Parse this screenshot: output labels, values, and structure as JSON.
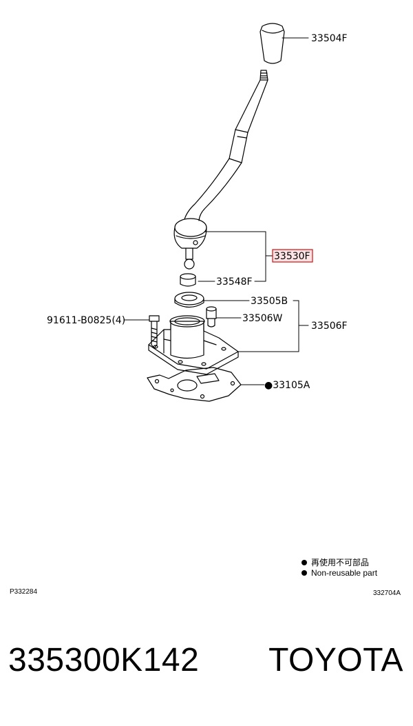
{
  "callouts": {
    "knob": "33504F",
    "lever": "33530F",
    "bushing": "33548F",
    "seal": "33505B",
    "bolt": "91611-B0825(4)",
    "pin": "33506W",
    "housing_assy": "33506F",
    "gasket": "●33105A"
  },
  "legend": {
    "non_reusable_jp": "再使用不可部品",
    "non_reusable_en": "Non-reusable part"
  },
  "codes": {
    "left": "P332284",
    "right": "332704A"
  },
  "footer": {
    "part_number": "335300K142",
    "brand": "TOYOTA"
  },
  "colors": {
    "highlight_fill": "#fde3e3",
    "highlight_border": "#d01010"
  }
}
